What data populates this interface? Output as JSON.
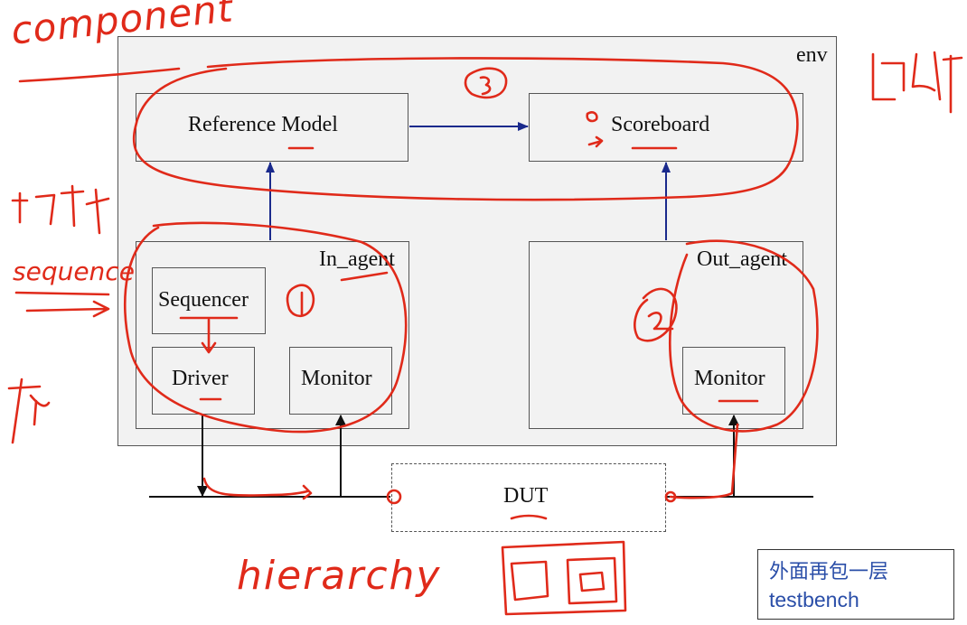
{
  "diagram": {
    "env_label": "env",
    "reference_model": "Reference Model",
    "scoreboard": "Scoreboard",
    "in_agent": "In_agent",
    "out_agent": "Out_agent",
    "sequencer": "Sequencer",
    "driver": "Driver",
    "in_monitor": "Monitor",
    "out_monitor": "Monitor",
    "dut": "DUT"
  },
  "note": {
    "line1": "外面再包一层",
    "line2": "testbench"
  },
  "handwritten": {
    "component": "component",
    "sequence": "sequence",
    "hierarchy": "hierarchy",
    "num_1": "1",
    "num_2": "2",
    "num_3": "3",
    "num_0": "0"
  },
  "colors": {
    "connector_blue": "#1a2a8c",
    "annotation_red": "#e02a1a",
    "box_fill": "#f2f2f2",
    "note_text": "#2a4ea8"
  }
}
